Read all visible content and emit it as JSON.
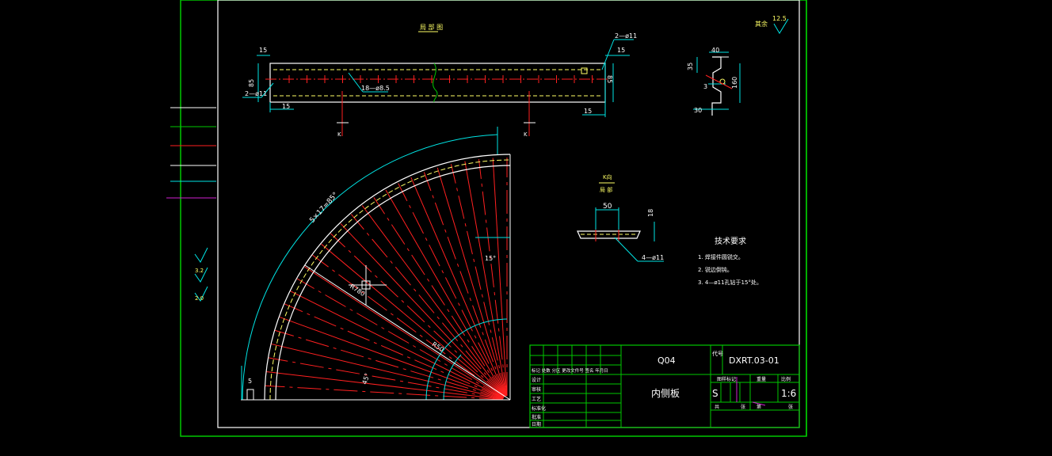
{
  "colors": {
    "background": "#000000",
    "outer_frame": "#00c800",
    "inner_frame": "#ffffff",
    "title_block": "#00c800",
    "dimension": "#00e5e5",
    "center_line": "#ff2020",
    "hidden_line": "#ffff66",
    "object_line": "#ffffff",
    "layer_magenta": "#d020d0"
  },
  "top_view": {
    "title": "局 部 图",
    "dim_left_top": "15",
    "dim_left_height": "85",
    "dim_left_bottom": "15",
    "dim_right_top": "15",
    "dim_right_height": "85",
    "dim_right_bottom": "15",
    "hole_callout_right": "2—ø11",
    "hole_callout_left": "2—ø11",
    "hole_callout_mid": "18—ø8.5",
    "section_mark_left": "K",
    "section_mark_right": "K"
  },
  "profile_view": {
    "dim_top": "40",
    "dim_left": "35",
    "dim_height": "160",
    "dim_bottom": "30",
    "weld_note": "3"
  },
  "surface_finish": {
    "general_label": "其余",
    "general_value": "12.5",
    "side_1": "3.2",
    "side_2": "2.0"
  },
  "arc_view": {
    "arc_dim": "5×17=85°",
    "radius_1": "R780",
    "radius_2": "R50",
    "angle_inner": "45°",
    "angle_top": "15°",
    "bottom_dim": "5"
  },
  "section_view": {
    "title_top": "K向",
    "title_bottom": "局 部",
    "dim_width": "50",
    "dim_height": "18",
    "callout": "4—ø11"
  },
  "tech_requirements": {
    "title": "技术要求",
    "items": [
      "1.  焊接件圆锐交。",
      "2.  锐边倒钝。",
      "3.  4—ø11孔钻于15°处。"
    ]
  },
  "title_block": {
    "material": "Q04",
    "code_label": "代号",
    "code": "DXRT.03-01",
    "part_name": "内侧板",
    "stage_label": "S",
    "scale_header": "比例",
    "scale": "1:6",
    "header_cols": [
      "图样标记",
      "重量",
      "比例"
    ],
    "left_labels": [
      "标记",
      "设计",
      "审核",
      "工艺",
      "标准化",
      "批准",
      "日期"
    ],
    "left_header": "标记 处数 分区 更改文件号 签名 年月日",
    "bottom_labels": [
      "共",
      "张",
      "第",
      "张"
    ]
  }
}
